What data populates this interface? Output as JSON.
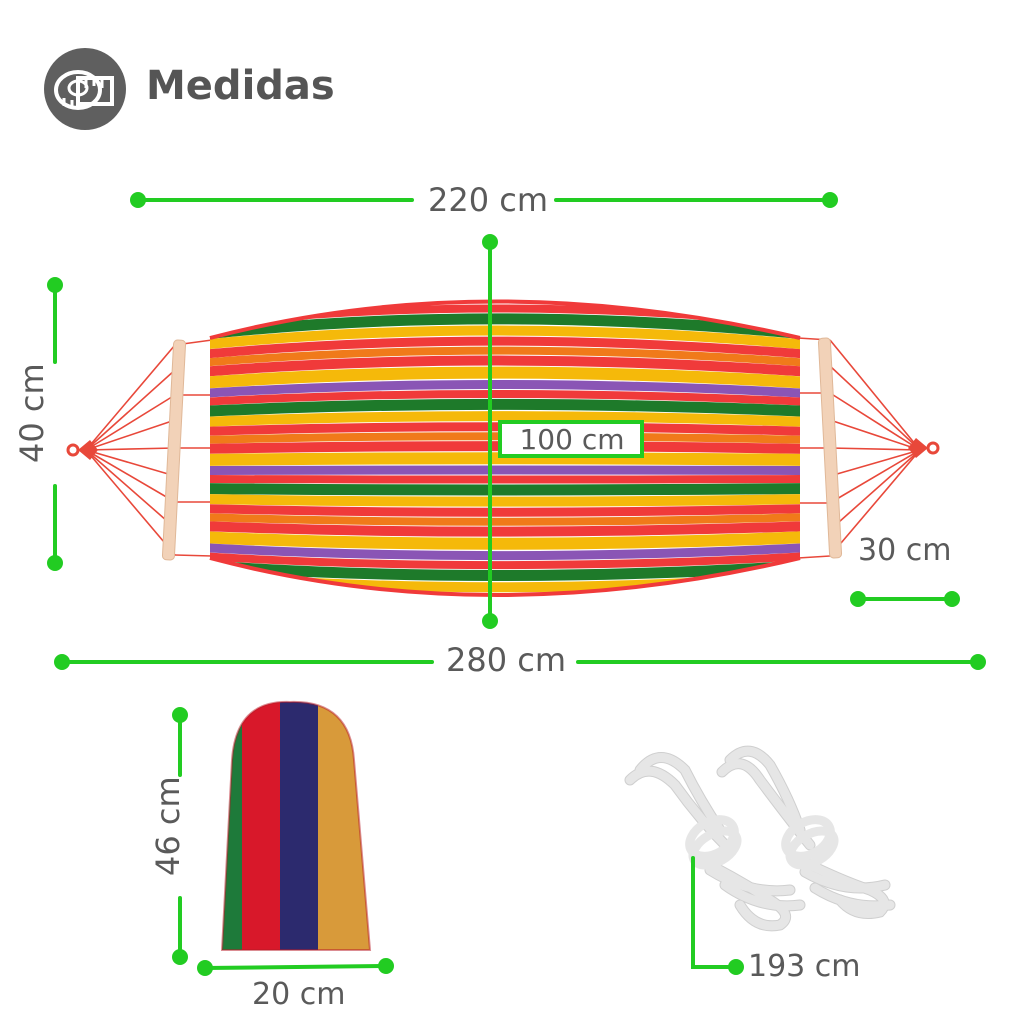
{
  "header": {
    "title": "Medidas",
    "icon": "measuring-tape-icon"
  },
  "dimensions": {
    "top_width": "220 cm",
    "body_height": "40 cm",
    "center_width": "100 cm",
    "spreader": "30 cm",
    "total_length": "280 cm",
    "bag_height": "46 cm",
    "bag_width": "20 cm",
    "rope_length": "193 cm"
  },
  "colors": {
    "dimension_line": "#22cc22",
    "stripe_red": "#f03a3a",
    "stripe_yellow": "#f5b90a",
    "stripe_purple": "#8a55b5",
    "stripe_green": "#1e7a2a",
    "stripe_orange": "#f07a1a",
    "wood": "#f2d2b8"
  }
}
